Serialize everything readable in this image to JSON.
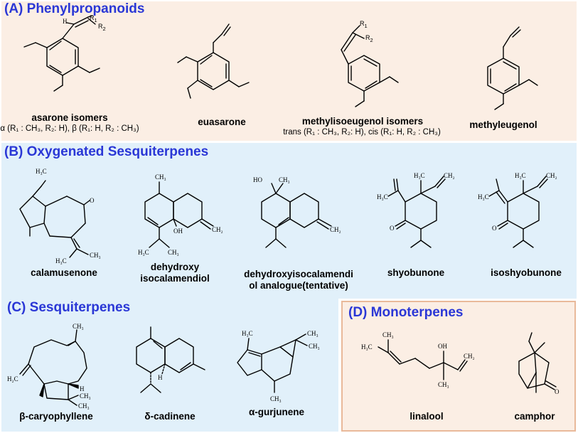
{
  "colors": {
    "title": "#2a37d6",
    "panel_a_bg": "#fbeee4",
    "panel_b_bg": "#e1f0fa",
    "panel_c_bg": "#e1f0fa",
    "panel_d_bg": "#fbeee4",
    "panel_border": "#e9b99a"
  },
  "panels": {
    "a": {
      "title": "(A) Phenylpropanoids",
      "compounds": [
        {
          "name": "asarone isomers",
          "note": "α (R₁ : CH₃, R₂: H), β (R₁: H, R₂ : CH₃)"
        },
        {
          "name": "euasarone"
        },
        {
          "name": "methylisoeugenol isomers",
          "note": "trans (R₁ : CH₃, R₂: H), cis (R₁: H, R₂ : CH₃)"
        },
        {
          "name": "methyleugenol"
        }
      ]
    },
    "b": {
      "title": "(B) Oxygenated Sesquiterpenes",
      "compounds": [
        {
          "name": "calamusenone"
        },
        {
          "name_line1": "dehydroxy",
          "name_line2": "isocalamendiol"
        },
        {
          "name_line1": "dehydroxyisocalamendi",
          "name_line2": "ol analogue(tentative)"
        },
        {
          "name": "shyobunone"
        },
        {
          "name": "isoshyobunone"
        }
      ]
    },
    "c": {
      "title": "(C) Sesquiterpenes",
      "compounds": [
        {
          "name": "β-caryophyllene"
        },
        {
          "name": "δ-cadinene"
        },
        {
          "name": "α-gurjunene"
        }
      ]
    },
    "d": {
      "title": "(D) Monoterpenes",
      "compounds": [
        {
          "name": "linalool"
        },
        {
          "name": "camphor"
        }
      ]
    }
  },
  "atom_labels": {
    "h": "H",
    "r1": "R",
    "r2": "R",
    "sub1": "1",
    "sub2": "2",
    "o": "O",
    "oh": "OH",
    "ho": "HO",
    "h3c": "H₃C",
    "ch3": "CH₃",
    "ch2": "CH₂",
    "h2c": "H₂C"
  }
}
